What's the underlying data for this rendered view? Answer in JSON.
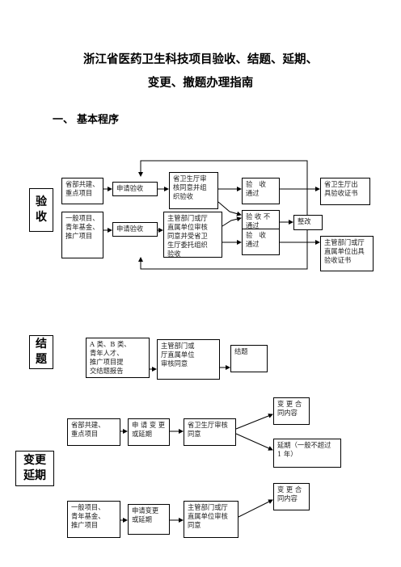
{
  "title": {
    "line1": "浙江省医药卫生科技项目验收、结题、延期、",
    "line2": "变更、撤题办理指南"
  },
  "section1": {
    "number": "一、",
    "heading": "基本程序"
  },
  "acceptance": {
    "label": "验\n收",
    "provincial_project": "省部共建、\n重点项目",
    "apply_1": "申请验收",
    "health_dept_review": "省卫生厅审\n核同意并组\n织验收",
    "passed_1": "验　收\n通过",
    "health_dept_certificate": "省卫生厅出\n具验收证书",
    "not_passed": "验 收 不\n通过",
    "rectify": "整改",
    "general_project": "一般项目、\n青年基金、\n推广项目",
    "apply_2": "申请验收",
    "authority_review": "主管部门或厅\n直属单位审核\n同意并受省卫\n生厅委托组织\n验收",
    "passed_2": "验　收\n通过",
    "authority_certificate": "主管部门或厅\n直属单位出具\n验收证书"
  },
  "closure": {
    "label": "结\n题",
    "projects": "A 类、B 类、\n青年人才、\n推广项目提\n交结题报告",
    "authority_agree": "主管部门或\n厅直属单位\n审核同意",
    "result": "结题"
  },
  "change_extension": {
    "label": "变更\n延期",
    "provincial_project": "省部共建、\n重点项目",
    "apply_1": "申 请 变 更\n或延期",
    "health_dept_agree": "省卫生厅审核\n同意",
    "change_contract_1": "变 更 合\n同内容",
    "extension": "延期（一般不超过\n1 年）",
    "general_project": "一般项目、\n青年基金、\n推广项目",
    "apply_2": "申请变更\n或延期",
    "authority_agree": "主管部门或厅\n直属单位审核\n同意",
    "change_contract_2": "变 更 合\n同内容"
  }
}
